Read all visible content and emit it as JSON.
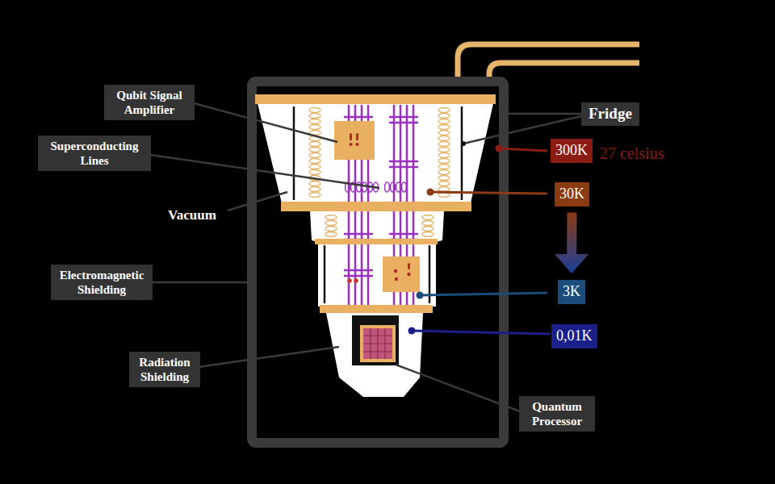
{
  "diagram": {
    "nodes": [
      {
        "text": [
          "Qubit Signal Amplifier"
        ]
      },
      {
        "text": [
          "Fridge"
        ]
      },
      {
        "text": [
          "Superconducting Lines"
        ]
      },
      {
        "text": [
          "300K"
        ]
      },
      {
        "text": [
          "30K"
        ]
      },
      {
        "text": [
          "Electromagnetic Shielding"
        ]
      },
      {
        "text": [
          "3K"
        ]
      },
      {
        "text": [
          "0,01K"
        ]
      },
      {
        "text": [
          "Radiation Shielding"
        ]
      },
      {
        "text": [
          "Quantum Processor"
        ]
      }
    ],
    "edges": [
      {
        "from": 4,
        "to": 6,
        "arrow": "to"
      }
    ],
    "labels": [
      "Vacuum",
      "27 celsius"
    ]
  }
}
